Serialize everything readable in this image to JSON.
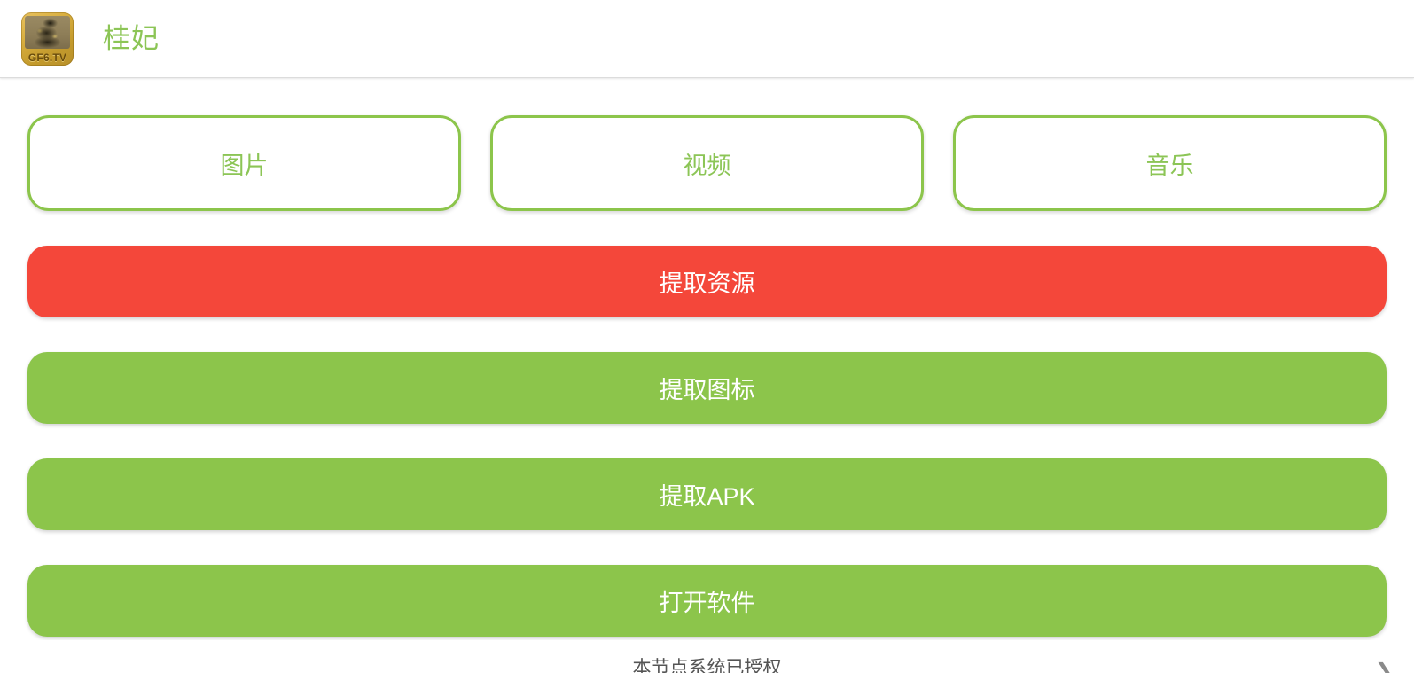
{
  "window": {
    "title": "桂妃"
  },
  "header": {
    "app_icon": {
      "name": "app-icon",
      "brand_text": "GF6.TV"
    },
    "title": "桂妃",
    "title_color": "#8cc556"
  },
  "tabs": [
    {
      "id": "images",
      "label": "图片"
    },
    {
      "id": "videos",
      "label": "视频"
    },
    {
      "id": "music",
      "label": "音乐"
    }
  ],
  "actions": [
    {
      "id": "extract-resources",
      "label": "提取资源",
      "style": "red",
      "color": "#f4473a"
    },
    {
      "id": "extract-icon",
      "label": "提取图标",
      "style": "green",
      "color": "#8cc54b"
    },
    {
      "id": "extract-apk",
      "label": "提取APK",
      "style": "green",
      "color": "#8cc54b"
    },
    {
      "id": "open-software",
      "label": "打开软件",
      "style": "green",
      "color": "#8cc54b"
    }
  ],
  "footer": {
    "text": "本节点系统已授权",
    "chevron": "❯"
  },
  "colors": {
    "accent_green": "#8cc54b",
    "accent_red": "#f4473a",
    "text_on_button": "#ffffff",
    "divider": "#dcdcdc",
    "background": "#ffffff"
  }
}
